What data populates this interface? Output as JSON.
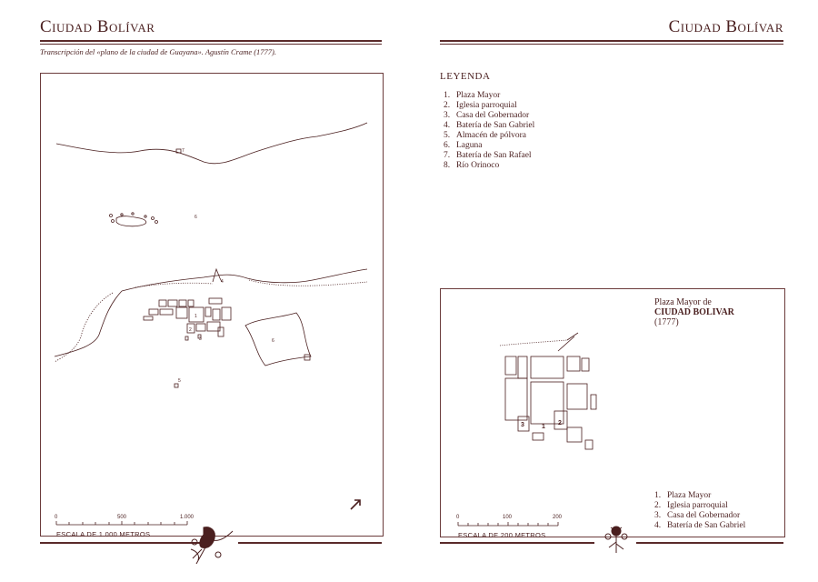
{
  "left": {
    "title": "Ciudad Bolívar",
    "caption": "Transcripción del «plano de la ciudad de Guayana». Agustín Crame (1777).",
    "map_labels": [
      "7",
      "6",
      "4",
      "1",
      "2",
      "3",
      "6",
      "5"
    ],
    "scale": {
      "ticks": [
        "0",
        "500",
        "1.000"
      ],
      "label": "ESCALA DE 1.000 METROS"
    }
  },
  "right": {
    "title": "Ciudad Bolívar",
    "legend_title": "LEYENDA",
    "legend": [
      {
        "num": "1.",
        "text": "Plaza Mayor"
      },
      {
        "num": "2.",
        "text": "Iglesia parroquial"
      },
      {
        "num": "3.",
        "text": "Casa del Gobernador"
      },
      {
        "num": "4.",
        "text": "Batería de San Gabriel"
      },
      {
        "num": "5.",
        "text": "Almacén de pólvora"
      },
      {
        "num": "6.",
        "text": "Laguna"
      },
      {
        "num": "7.",
        "text": "Batería de San Rafael"
      },
      {
        "num": "8.",
        "text": "Río Orinoco"
      }
    ],
    "inset": {
      "title_line1": "Plaza Mayor de",
      "title_line2": "CIUDAD BOLIVAR",
      "title_line3": "(1777)",
      "map_labels": [
        "3",
        "1",
        "2"
      ],
      "legend": [
        {
          "num": "1.",
          "text": "Plaza Mayor"
        },
        {
          "num": "2.",
          "text": "Iglesia parroquial"
        },
        {
          "num": "3.",
          "text": "Casa del Gobernador"
        },
        {
          "num": "4.",
          "text": "Batería de San Gabriel"
        }
      ],
      "scale": {
        "ticks": [
          "0",
          "100",
          "200"
        ],
        "label": "ESCALA DE 200 METROS"
      }
    }
  },
  "colors": {
    "ink": "#4a1f1f",
    "frame": "#6b3b3b",
    "paper": "#ffffff"
  }
}
